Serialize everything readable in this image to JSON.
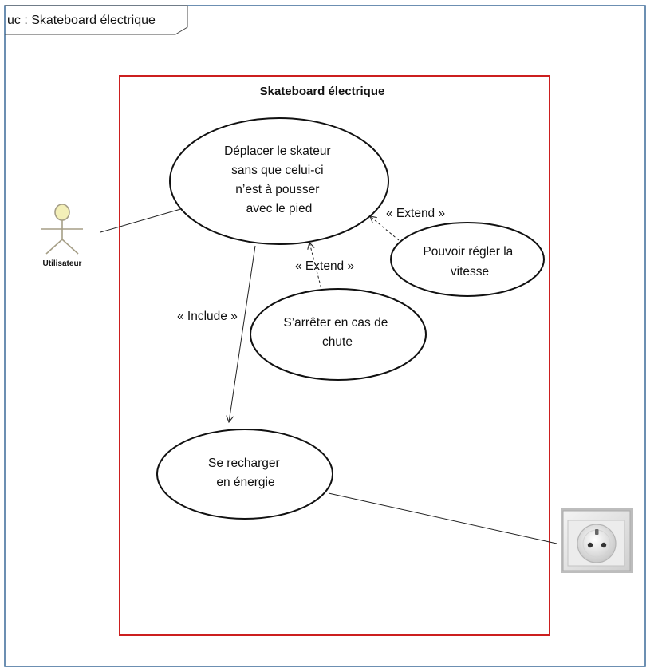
{
  "frame": {
    "title": "uc : Skateboard électrique"
  },
  "system": {
    "title": "Skateboard électrique"
  },
  "actors": {
    "user": {
      "label": "Utilisateur"
    },
    "outlet": {
      "icon": "power-outlet-icon"
    }
  },
  "use_cases": [
    {
      "id": "deplacer",
      "lines": [
        "Déplacer le skateur",
        "sans que celui-ci",
        "n’est à pousser",
        "avec le pied"
      ]
    },
    {
      "id": "regler",
      "lines": [
        "Pouvoir régler la",
        "vitesse"
      ]
    },
    {
      "id": "arreter",
      "lines": [
        "S’arrêter en cas de",
        "chute"
      ]
    },
    {
      "id": "recharger",
      "lines": [
        "Se recharger",
        "en énergie"
      ]
    }
  ],
  "relations": {
    "include": "« Include »",
    "extend_regler": "« Extend »",
    "extend_arreter": "« Extend »"
  },
  "colors": {
    "frame_border": "#3b6a99",
    "system_border": "#cc1f1f",
    "actor_head": "#f3efb8"
  }
}
